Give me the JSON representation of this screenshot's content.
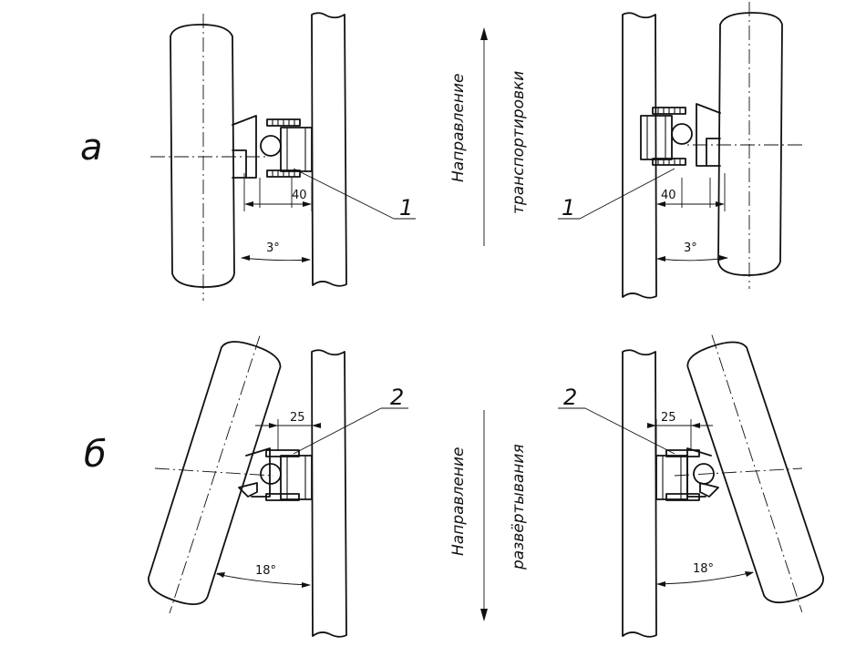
{
  "views": {
    "a_label": "а",
    "b_label": "б"
  },
  "callouts": {
    "one": "1",
    "two": "2"
  },
  "dimensions": {
    "offset_top": "40",
    "angle_top": "3°",
    "offset_bottom": "25",
    "angle_bottom": "18°"
  },
  "directions": {
    "top_line1": "Направление",
    "top_line2": "транспортировки",
    "bottom_line1": "Направление",
    "bottom_line2": "развёртывания"
  }
}
